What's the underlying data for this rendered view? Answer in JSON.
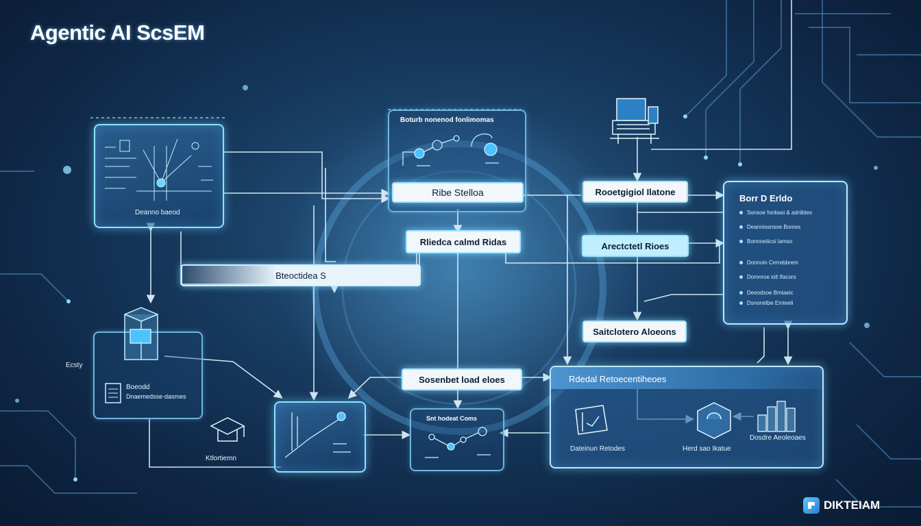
{
  "title": "Agentic AI ScsEM",
  "brand": {
    "name": "DIKTEIAM"
  },
  "nodes": {
    "top_left_caption": "Deanno baeod",
    "top_center_header": "Boturb nonenod fonlimomas",
    "top_center_label": "Ribe Stelloa",
    "mid_center_label": "Rliedca calmd Ridas",
    "left_bar_label": "Bteoctidea S",
    "right_label_1": "Rooetgigiol Ilatone",
    "right_label_2": "Arectctetl Rioes",
    "right_label_3": "Saitclotero Aloeons",
    "list_panel_header": "Borr D Erldo",
    "list_panel_items": [
      "Sonsoe fonbasi & adnlbtes",
      "Deanniosnsoe Bomes",
      "Bonnoeiiicsi lamso",
      "Donnoin Cerrebbrem",
      "Domnroe iolt Ifacors",
      "Deeodsoe Bmtaeic",
      "Dsnoreitbe Emteeli"
    ],
    "side_caption": "Ecsty",
    "bottom_left_caption": "Boeodd",
    "bottom_left_sub": "Dnaemedsse-dasmes",
    "bottom_left_icon_caption": "Ktlortiemn",
    "bottom_center_label": "Sosenbet load eloes",
    "bottom_mid_header": "Snt hodeat Coms",
    "bottom_right_header": "Rdedal Retoecentiheoes",
    "bottom_right_captions": [
      "Dateinun Retodes",
      "Herd sao Ikatue",
      "Dosdre Aeoleoaes"
    ]
  },
  "colors": {
    "accent": "#8fe3ff",
    "background": "#173a5f",
    "label_bg": "#f2f7fb"
  }
}
